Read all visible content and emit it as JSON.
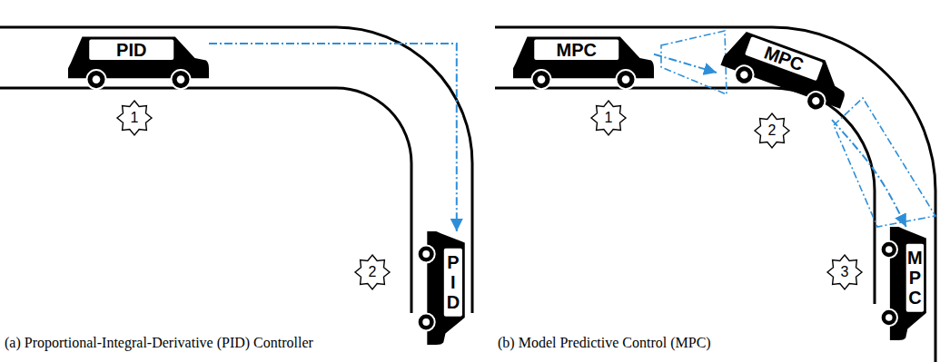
{
  "diagram": {
    "nodes": [
      {
        "text": [
          "PID"
        ]
      },
      {
        "text": [
          "P I D"
        ]
      },
      {
        "text": [
          "MPC"
        ]
      },
      {
        "text": [
          "MPC"
        ]
      },
      {
        "text": [
          "M P C"
        ]
      }
    ],
    "edges": [
      {
        "from": 0,
        "to": 1,
        "arrow": "to"
      },
      {
        "from": 2,
        "to": 3,
        "arrow": "to"
      },
      {
        "from": 3,
        "to": 4,
        "arrow": "to"
      }
    ],
    "labels": [
      "1",
      "2",
      "1",
      "2",
      "3",
      "(a) Proportional-Integral-Derivative (PID) Controller",
      "(b) Model Predictive Control (MPC)"
    ]
  }
}
